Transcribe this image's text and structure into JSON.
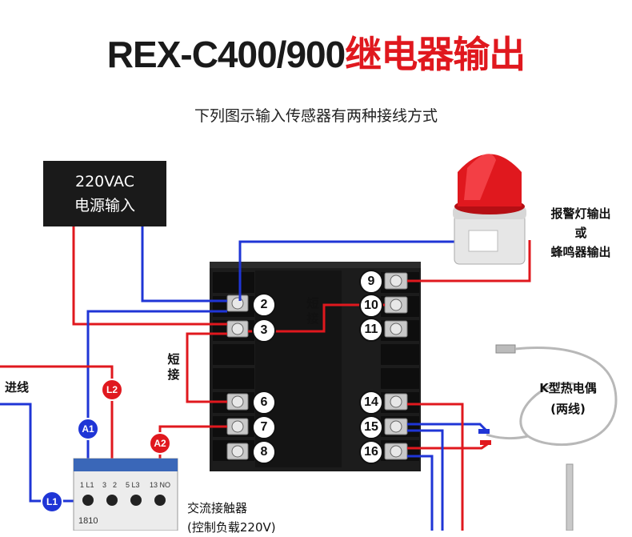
{
  "title": {
    "model": "REX-C400/900",
    "suffix": "继电器输出"
  },
  "subtitle": "下列图示输入传感器有两种接线方式",
  "power_box": {
    "line1": "220VAC",
    "line2": "电源输入"
  },
  "alarm_label": {
    "line1": "报警灯输出",
    "line2": "或",
    "line3": "蜂鸣器输出"
  },
  "short_top": [
    "短",
    "接"
  ],
  "short_left": [
    "短",
    "接"
  ],
  "incoming_label": "进线",
  "contactor_label": {
    "line1": "交流接触器",
    "line2": "(控制负载220V)"
  },
  "thermocouple_label": {
    "line1": "K型热电偶",
    "line2": "(两线)"
  },
  "terminals_left": [
    "2",
    "3",
    "6",
    "7",
    "8"
  ],
  "terminals_right": [
    "9",
    "10",
    "11",
    "14",
    "15",
    "16"
  ],
  "badges": {
    "l1": "L1",
    "l2": "L2",
    "a1": "A1",
    "a2": "A2"
  },
  "contactor_marks": [
    "1 L1",
    "3",
    "2",
    "5 L3",
    "13 NO"
  ],
  "contactor_model": "1810",
  "colors": {
    "red": "#e0181e",
    "blue": "#1f35d6",
    "dark": "#1a1a1a"
  }
}
